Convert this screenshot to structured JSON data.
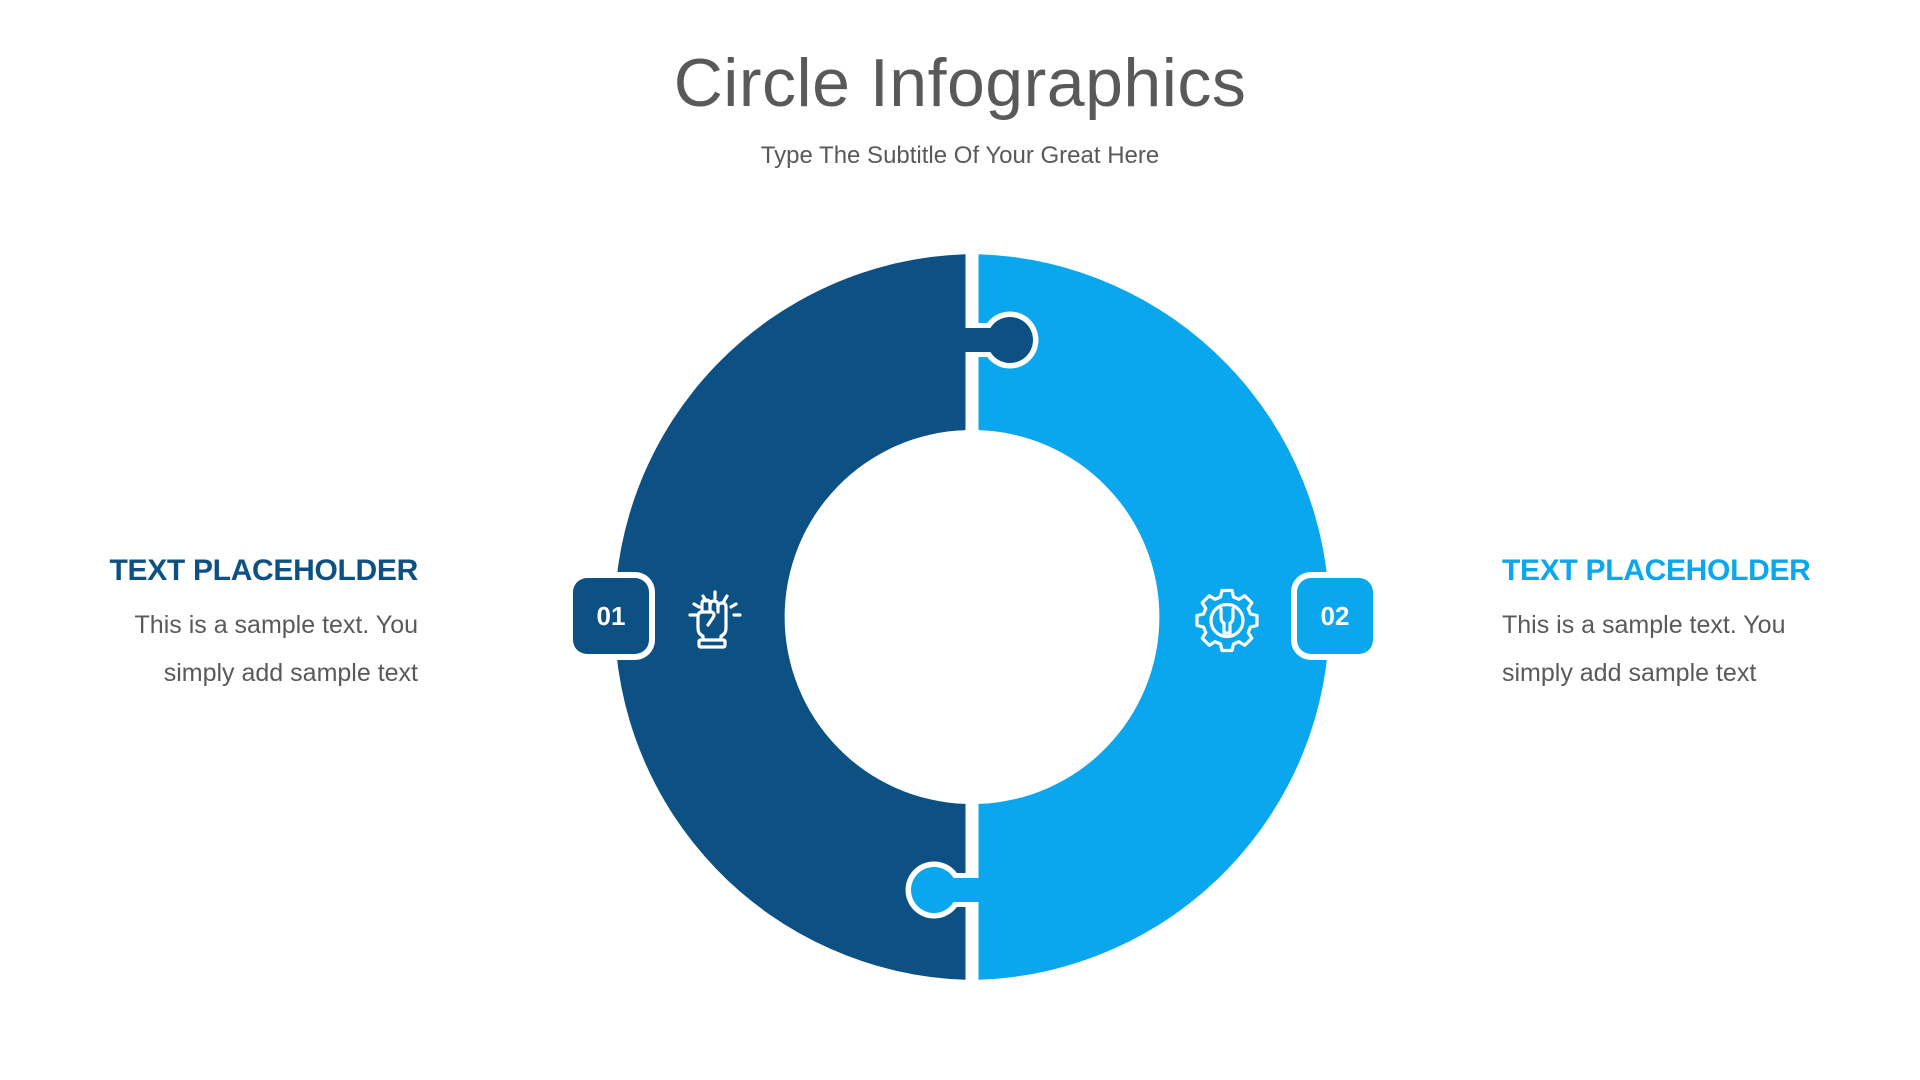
{
  "header": {
    "title": "Circle Infographics",
    "subtitle": "Type The Subtitle Of Your Great Here"
  },
  "colors": {
    "dark_blue": "#0d5184",
    "light_blue": "#0ba7ee",
    "text_gray": "#595959"
  },
  "steps": [
    {
      "number": "01",
      "icon": "fist-idea-icon",
      "heading": "TEXT PLACEHOLDER",
      "body_line1": "This is a sample text. You",
      "body_line2": "simply add sample text"
    },
    {
      "number": "02",
      "icon": "gear-wrench-icon",
      "heading": "TEXT PLACEHOLDER",
      "body_line1": "This is a sample text. You",
      "body_line2": "simply add sample text"
    }
  ]
}
